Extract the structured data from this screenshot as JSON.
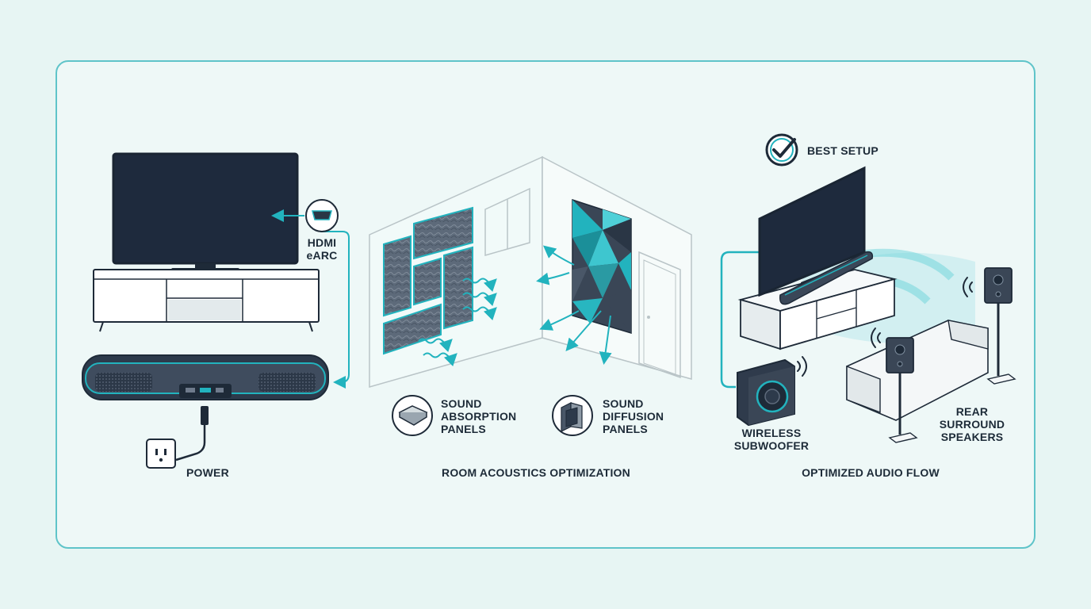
{
  "colors": {
    "accent": "#22b3be",
    "dark": "#1e2a38",
    "background": "#eef8f7",
    "border": "#5fc4c9"
  },
  "left_panel": {
    "hdmi_label_line1": "HDMI",
    "hdmi_label_line2": "eARC",
    "power_label": "POWER",
    "icons": [
      "tv-icon",
      "hdmi-port-icon",
      "soundbar-icon",
      "power-outlet-icon"
    ]
  },
  "middle_panel": {
    "absorption_line1": "SOUND",
    "absorption_line2": "ABSORPTION",
    "absorption_line3": "PANELS",
    "diffusion_line1": "SOUND",
    "diffusion_line2": "DIFFUSION",
    "diffusion_line3": "PANELS",
    "caption": "ROOM ACOUSTICS OPTIMIZATION",
    "icons": [
      "absorption-panel-icon",
      "diffusion-panel-icon"
    ]
  },
  "right_panel": {
    "best_setup": "BEST SETUP",
    "subwoofer_line1": "WIRELESS",
    "subwoofer_line2": "SUBWOOFER",
    "rear_line1": "REAR",
    "rear_line2": "SURROUND",
    "rear_line3": "SPEAKERS",
    "caption": "OPTIMIZED AUDIO FLOW",
    "icons": [
      "checkmark-icon",
      "subwoofer-icon",
      "speaker-icon",
      "sofa-icon"
    ]
  }
}
